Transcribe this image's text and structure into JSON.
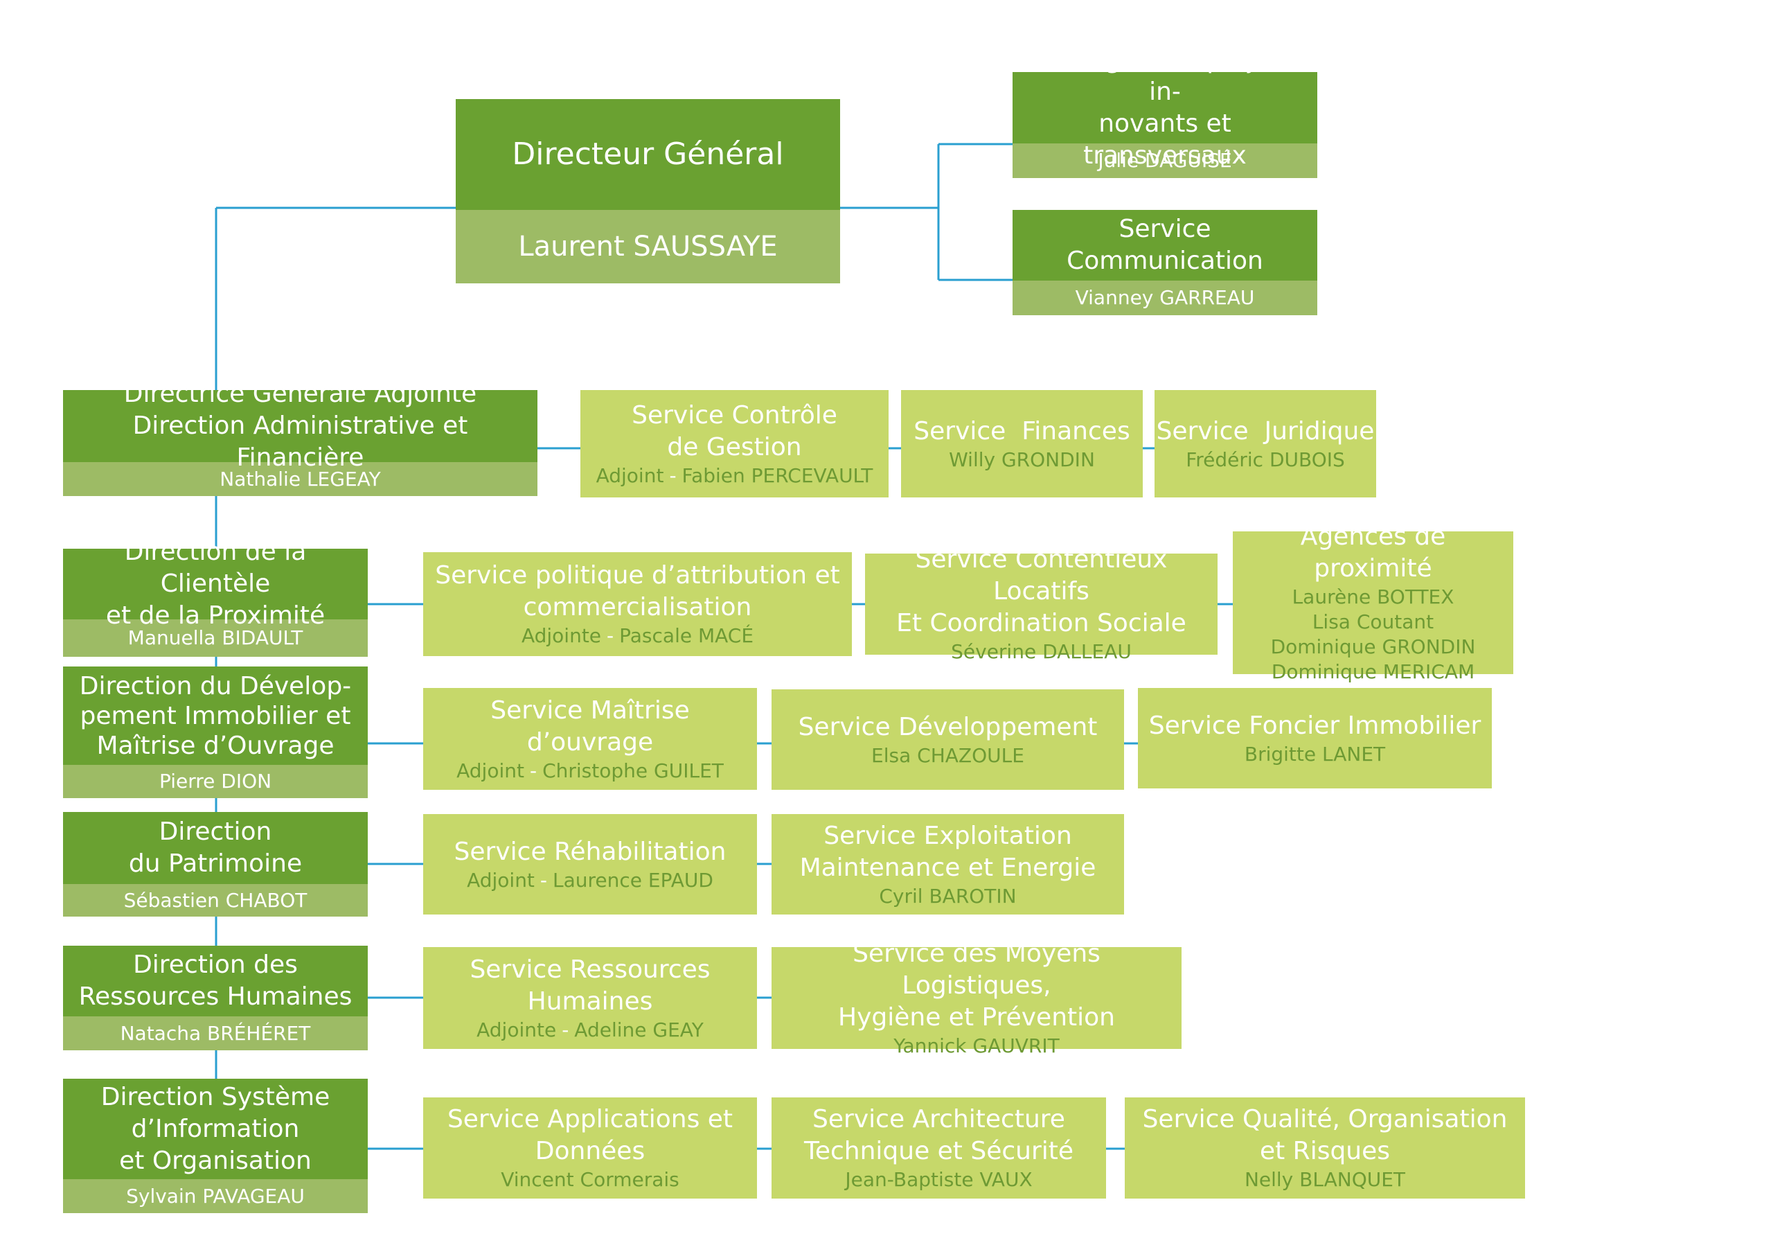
{
  "director": {
    "title": "Directeur Général",
    "name": "Laurent SAUSSAYE"
  },
  "staff": [
    {
      "title_lines": [
        "Manager des projets in-",
        "novants et transversaux"
      ],
      "name": "Julie DAGUISÉ"
    },
    {
      "title_lines": [
        "Service Communication"
      ],
      "name": "Vianney GARREAU"
    }
  ],
  "directions": [
    {
      "title_lines": [
        "Directrice Générale Adjointe",
        "Direction Administrative et Financière"
      ],
      "name": "Nathalie LEGEAY",
      "services": [
        {
          "title_lines": [
            "Service Contrôle",
            "de Gestion"
          ],
          "role": "Adjoint",
          "sep": "-",
          "person": "Fabien PERCEVAULT"
        },
        {
          "title_lines": [
            "Service  Finances"
          ],
          "person": "Willy GRONDIN"
        },
        {
          "title_lines": [
            "Service  Juridique"
          ],
          "person": "Frédéric DUBOIS"
        }
      ]
    },
    {
      "title_lines": [
        "Direction de la Clientèle",
        "et de la Proximité"
      ],
      "name": "Manuella BIDAULT",
      "services": [
        {
          "title_lines": [
            "Service politique d’attribution et",
            "commercialisation"
          ],
          "role": "Adjointe",
          "sep": "-",
          "person": "Pascale MACÉ"
        },
        {
          "title_lines": [
            "Service Contentieux Locatifs",
            "Et Coordination Sociale"
          ],
          "person": "Séverine DALLEAU"
        },
        {
          "title_lines": [
            "Agences de proximité"
          ],
          "people": [
            "Laurène BOTTEX",
            "Lisa Coutant",
            "Dominique GRONDIN",
            "Dominique MERICAM"
          ]
        }
      ]
    },
    {
      "title_lines": [
        "Direction du Dévelop-",
        "pement Immobilier et",
        "Maîtrise d’Ouvrage"
      ],
      "name": "Pierre DION",
      "services": [
        {
          "title_lines": [
            "Service Maîtrise d’ouvrage"
          ],
          "role": "Adjoint",
          "sep": "-",
          "person": "Christophe GUILET"
        },
        {
          "title_lines": [
            "Service Développement"
          ],
          "person": "Elsa CHAZOULE"
        },
        {
          "title_lines": [
            "Service Foncier Immobilier"
          ],
          "person": "Brigitte LANET"
        }
      ]
    },
    {
      "title_lines": [
        "Direction",
        "du Patrimoine"
      ],
      "name": "Sébastien CHABOT",
      "services": [
        {
          "title_lines": [
            "Service Réhabilitation"
          ],
          "role": "Adjoint",
          "sep": "-",
          "person": "Laurence EPAUD"
        },
        {
          "title_lines": [
            "Service Exploitation",
            "Maintenance et Energie"
          ],
          "person": "Cyril BAROTIN"
        }
      ]
    },
    {
      "title_lines": [
        "Direction des",
        "Ressources Humaines"
      ],
      "name": "Natacha BRÉHÉRET",
      "services": [
        {
          "title_lines": [
            "Service Ressources",
            "Humaines"
          ],
          "role": "Adjointe",
          "sep": "-",
          "person": "Adeline GEAY"
        },
        {
          "title_lines": [
            "Service des Moyens Logistiques,",
            "Hygiène et Prévention"
          ],
          "person": "Yannick GAUVRIT"
        }
      ]
    },
    {
      "title_lines": [
        "Direction Système",
        "d’Information",
        "et Organisation"
      ],
      "name": "Sylvain PAVAGEAU",
      "services": [
        {
          "title_lines": [
            "Service Applications et",
            "Données"
          ],
          "person": "Vincent Cormerais"
        },
        {
          "title_lines": [
            "Service Architecture",
            "Technique et Sécurité"
          ],
          "person": "Jean-Baptiste VAUX"
        },
        {
          "title_lines": [
            "Service Qualité, Organisation",
            "et Risques"
          ],
          "person": "Nelly BLANQUET"
        }
      ]
    }
  ],
  "colors": {
    "dark_green": "#6aa131",
    "mid_green": "#9dbb65",
    "light_green": "#c6d86a",
    "name_green": "#6e9a34",
    "line_blue": "#2a9fd0"
  }
}
